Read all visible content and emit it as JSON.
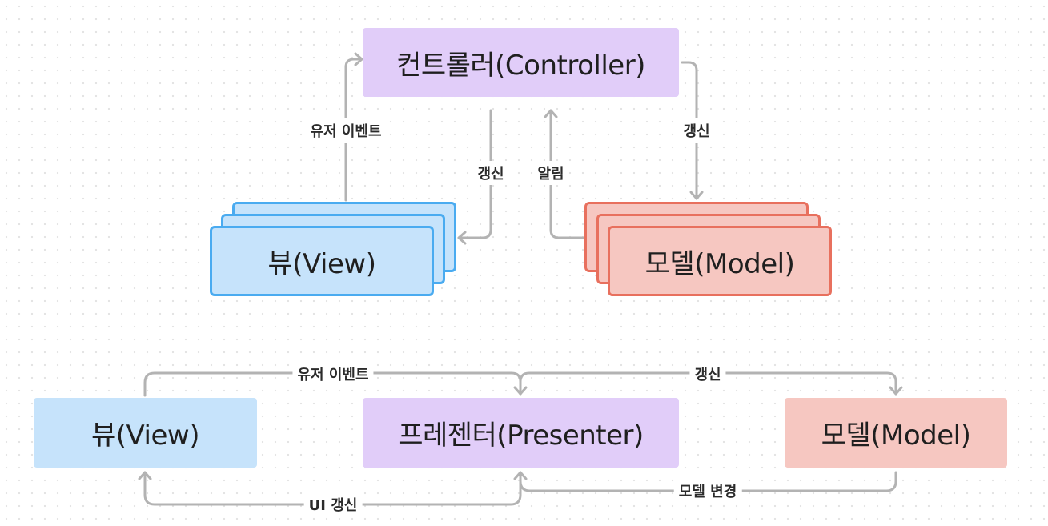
{
  "mvc": {
    "controller": "컨트롤러(Controller)",
    "view": "뷰(View)",
    "model": "모델(Model)",
    "edges": {
      "user_event": "유저 이벤트",
      "update_view": "갱신",
      "notify": "알림",
      "update_model": "갱신"
    }
  },
  "mvp": {
    "view": "뷰(View)",
    "presenter": "프레젠터(Presenter)",
    "model": "모델(Model)",
    "edges": {
      "user_event": "유저 이벤트",
      "update_model": "갱신",
      "ui_update": "UI 갱신",
      "model_change": "모델 변경"
    }
  },
  "colors": {
    "controller_fill": "#e1cdf9",
    "view_fill": "#c6e3fb",
    "view_border": "#4aabf0",
    "model_fill": "#f6c7c1",
    "model_border": "#e8705e",
    "connector": "#b3b3b3"
  }
}
